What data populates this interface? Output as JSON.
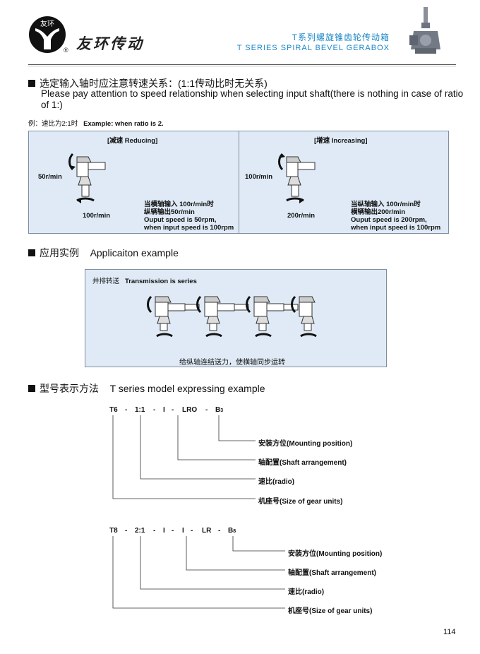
{
  "header": {
    "logo_text": "友环",
    "brand_name": "友环传动",
    "registered_mark": "®",
    "series_title_cn": "T系列螺旋锥齿轮传动箱",
    "series_title_en": "T SERIES SPIRAL BEVEL GERABOX"
  },
  "section1": {
    "heading": "选定输入轴时应注意转速关系：(1:1传动比时无关系)",
    "paragraph": "Please pay attention to speed relationship when selecting input shaft(there is nothing in case of ratio of 1:)",
    "example_label": "例：速比为2:1时",
    "example_en": "Example: when ratio is 2.",
    "reducing": {
      "title": "[减速 Reducing]",
      "input_speed": "50r/min",
      "output_speed": "100r/min",
      "note_lines": [
        "当横轴输入 100r/min时",
        "纵辆输出50r/min",
        "Ouput speed is 50rpm,",
        "when input speed is 100rpm"
      ]
    },
    "increasing": {
      "title": "[增速 Increasing]",
      "input_speed": "100r/min",
      "output_speed": "200r/min",
      "note_lines": [
        "当纵轴输入 100r/min时",
        "横辆输出200r/min",
        "Ouput speed is 200rpm,",
        "when input speed is 100rpm"
      ]
    }
  },
  "section2": {
    "heading_cn": "应用实例",
    "heading_en": "Applicaiton example",
    "box_title_cn": "并排转送",
    "box_title_en": "Transmission is series",
    "caption": "给纵轴连结送力，使横轴同步运转"
  },
  "section3": {
    "heading_cn": "型号表示方法",
    "heading_en": "T series model expressing example",
    "model1": {
      "parts": [
        "T6",
        "-",
        "1:1",
        "-",
        "I",
        "-",
        "LRO",
        "-",
        "B"
      ],
      "subscript": "3",
      "labels": [
        "安装方位(Mounting position)",
        "轴配置(Shaft arrangement)",
        "速比(radio)",
        "机座号(Size of gear units)"
      ]
    },
    "model2": {
      "parts": [
        "T8",
        "-",
        "2:1",
        "-",
        "I",
        "-",
        "I",
        "-",
        "LR",
        "-",
        "B"
      ],
      "subscript": "8",
      "labels": [
        "安装方位(Mounting position)",
        "轴配置(Shaft arrangement)",
        "速比(radio)",
        "机座号(Size of gear units)"
      ]
    }
  },
  "footer": {
    "page_number": "114"
  },
  "colors": {
    "accent_blue": "#1a86c8",
    "panel_fill": "#dfeaf6",
    "panel_border": "#7f8ea0"
  }
}
